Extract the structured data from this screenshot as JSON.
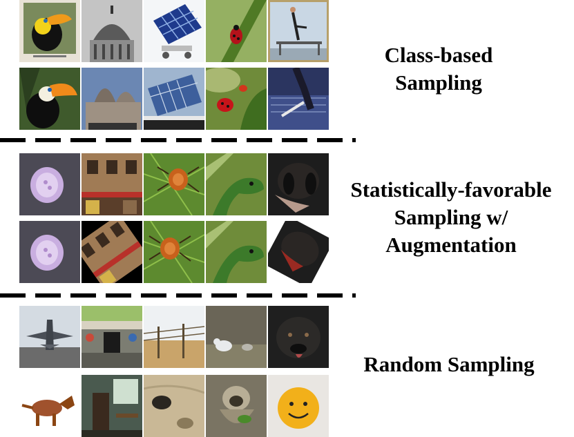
{
  "sections": [
    {
      "label_lines": [
        "Class-based",
        "Sampling"
      ],
      "rows": [
        [
          {
            "icon": "toucan-photo",
            "bg": "#e8e2d6"
          },
          {
            "icon": "dome-photo",
            "bg": "#b0b0b0"
          },
          {
            "icon": "solar-panel-photo",
            "bg": "#f4f6f8"
          },
          {
            "icon": "ladybug-photo",
            "bg": "#8aa75a"
          },
          {
            "icon": "gymnast-photo",
            "bg": "#c9d7e4"
          }
        ],
        [
          {
            "icon": "toucan-photo",
            "bg": "#3f5a2c"
          },
          {
            "icon": "dome-photo",
            "bg": "#6b87b3"
          },
          {
            "icon": "solar-panel-photo",
            "bg": "#9fb5cf"
          },
          {
            "icon": "ladybug-photo",
            "bg": "#6f8b3a"
          },
          {
            "icon": "gymnast-photo",
            "bg": "#2b3560"
          }
        ]
      ]
    },
    {
      "label_lines": [
        "Statistically-favorable",
        "Sampling w/",
        "Augmentation"
      ],
      "rows": [
        [
          {
            "icon": "jellyfish-photo",
            "bg": "#4c4a55"
          },
          {
            "icon": "building-photo",
            "bg": "#a07b55"
          },
          {
            "icon": "spider-photo",
            "bg": "#5d8a2f"
          },
          {
            "icon": "snake-photo",
            "bg": "#6f8c3a"
          },
          {
            "icon": "dog-photo",
            "bg": "#1d1d1d"
          }
        ],
        [
          {
            "icon": "jellyfish-photo",
            "bg": "#4c4a55"
          },
          {
            "icon": "building-photo",
            "bg": "#000000"
          },
          {
            "icon": "spider-photo",
            "bg": "#5d8a2f"
          },
          {
            "icon": "snake-photo",
            "bg": "#6f8c3a"
          },
          {
            "icon": "dog-photo",
            "bg": "#000000"
          }
        ]
      ]
    },
    {
      "label_lines": [
        "Random Sampling"
      ],
      "rows": [
        [
          {
            "icon": "fighter-jet-photo",
            "bg": "#d4dbe2"
          },
          {
            "icon": "street-market-photo",
            "bg": "#7c7d72"
          },
          {
            "icon": "fence-field-photo",
            "bg": "#d7c7a2"
          },
          {
            "icon": "fox-photo",
            "bg": "#6a6557"
          },
          {
            "icon": "dog-photo",
            "bg": "#1f1f1f"
          }
        ],
        [
          {
            "icon": "triceratops-toy-photo",
            "bg": "#ffffff"
          },
          {
            "icon": "room-interior-photo",
            "bg": "#4a5a4f"
          },
          {
            "icon": "sand-photo",
            "bg": "#c9b896"
          },
          {
            "icon": "sloth-photo",
            "bg": "#7a7463"
          },
          {
            "icon": "smiling-orange-photo",
            "bg": "#e9e6e2"
          }
        ]
      ]
    }
  ]
}
